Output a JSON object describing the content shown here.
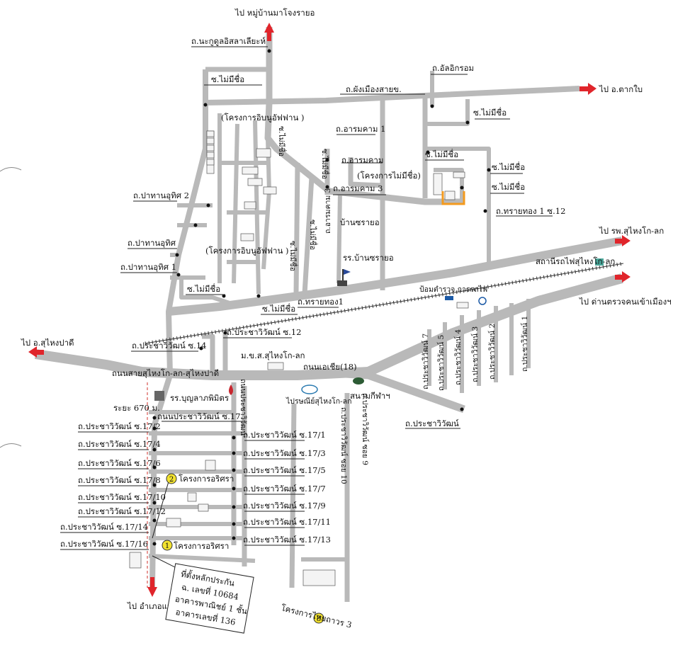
{
  "colors": {
    "road": "#b9b9b9",
    "arrow": "#e0252b",
    "marker": "#f2e230",
    "highlight": "#f39a1e",
    "route": "#d9534f"
  },
  "directions": {
    "north": "ไป หมู่บ้านมาโจงรายอ",
    "east": "ไป อ.ตากใบ",
    "east_hospital": "ไป รพ.สุไหงโก-ลก",
    "east_checkpoint": "ไป ด่านตรวจคนเข้าเมืองฯ",
    "west": "ไป อ.สุไหงปาดี",
    "south": "ไป อำเภอแว้ง"
  },
  "roads": {
    "nakgodukumlia": "ถ.นะกูดูลอิสลาเลียะห์",
    "sai_no_name_1": "ซ.ไม่มีชื่อ",
    "phangmueang": "ถ.ผังเมืองสายข.",
    "akakrom": "ถ.อัลอิกรอม",
    "sai_no_name_2": "ซ.ไม่มีชื่อ",
    "sai_no_name_3": "ซ.ไม่มีชื่อ",
    "sai_no_name_4": "ซ.ไม่มีชื่อ",
    "sai_no_name_5": "ซ.ไม่มีชื่อ",
    "arom1": "ถ.อารมคาม 1",
    "arom": "ถ.อารมคาม",
    "arom3": "ถ.อารมคาม 3",
    "arom3_vert": "ถ.อารมคาม 3",
    "pathan2": "ถ.ปาทานอุทิศ 2",
    "pathan": "ถ.ปาทานอุทิศ",
    "pathan1": "ถ.ปาทานอุทิศ 1",
    "sai_no_name_left": "ซ.ไม่มีชื่อ",
    "sai_no_name_mid": "ซ.ไม่มีชื่อ",
    "sai_no_name_v1": "ซ.ไม่มีชื่อ",
    "sai_no_name_v2": "ซ.ไม่มีชื่อ",
    "sai_no_name_v3": "ซ.ไม่มีชื่อ",
    "sai_no_name_v4": "ซ.ไม่มีชื่อ",
    "saithong": "ถ.ทรายทอง1",
    "saithong_soi12": "ถ.ทรายทอง 1 ซ.12",
    "prachawiwat_12": "ถ.ประชาวิวัฒน์ ซ.12",
    "prachawiwat_14": "ถ.ประชาวิวัฒน์ ซ.14",
    "main_west": "ถนนสายสุไหงโก-ลก-สุไหงปาดี",
    "main_east": "ถนนเอเชีย(18)",
    "prachawiwat": "ถ.ประชาวิวัฒน์",
    "prachawiwat_17": "ถนนประชาวิวัฒน์ ซ.17",
    "prachawiwat_vert": "ถนนประชาวิวัฒน์",
    "soi_10": "ถ.ประชาวิวัฒน์ ซอย 10",
    "soi_9": "ถ.ประชาวิวัฒน์ ซอย 9",
    "left_sois": [
      "ถ.ประชาวิวัฒน์ ซ.17/2",
      "ถ.ประชาวิวัฒน์ ซ.17/4",
      "ถ.ประชาวิวัฒน์ ซ.17/6",
      "ถ.ประชาวิวัฒน์ ซ.17/8",
      "ถ.ประชาวิวัฒน์ ซ.17/10",
      "ถ.ประชาวิวัฒน์ ซ.17/12",
      "ถ.ประชาวิวัฒน์ ซ.17/14",
      "ถ.ประชาวิวัฒน์ ซ.17/16"
    ],
    "right_sois": [
      "ถ.ประชาวิวัฒน์ ซ.17/1",
      "ถ.ประชาวิวัฒน์ ซ.17/3",
      "ถ.ประชาวิวัฒน์ ซ.17/5",
      "ถ.ประชาวิวัฒน์ ซ.17/7",
      "ถ.ประชาวิวัฒน์ ซ.17/9",
      "ถ.ประชาวิวัฒน์ ซ.17/11",
      "ถ.ประชาวิวัฒน์ ซ.17/13"
    ],
    "diag_sois": [
      "ถ.ประชาวิวัฒน์ 7",
      "ถ.ประชาวิวัฒน์ 5",
      "ถ.ประชาวิวัฒน์ 4",
      "ถ.ประชาวิวัฒน์ 3",
      "ถ.ประชาวิวัฒน์ 2",
      "ถ.ประชาวิวัฒน์ 1"
    ]
  },
  "places": {
    "project_ibnu_top": "(โครงการอิบนูอัฟฟาน )",
    "project_ibnu_mid": "(โครงการอิบนูอัฟฟาน )",
    "project_no_name": "(โครงการไม่มีชื่อ)",
    "ban_sairayo": "บ้านซรายอ",
    "school_sairayo": "รร.บ้านซรายอ",
    "station": "สถานีรถไฟสุไหงโก-ลก",
    "rail_label": "ป้อมตำรวจ การรถไฟ",
    "msu": "ม.ข.ส.สุไหงโก-ลก",
    "school_bunyarak": "รร.บุญลาภพิมิตร",
    "distance": "ระยะ 670 ม.",
    "post_office": "ไปรษณีย์สุไหงโก-ลก",
    "stadium": "สนามกีฬาฯ",
    "project_irisra_2": "โครงการอริศรา",
    "project_irisra_1": "โครงการอริศรา",
    "project_3": "โครงการไทยถาวร 3"
  },
  "markers": {
    "m1": "1",
    "m2": "2",
    "m3": "3"
  },
  "infobox": {
    "line1": "ที่ตั้งหลักประกัน",
    "line2": "ฉ. เลขที่ 10684",
    "line3": "อาคารพาณิชย์ 1 ชั้น",
    "line4": "อาคารเลขที่ 136"
  }
}
